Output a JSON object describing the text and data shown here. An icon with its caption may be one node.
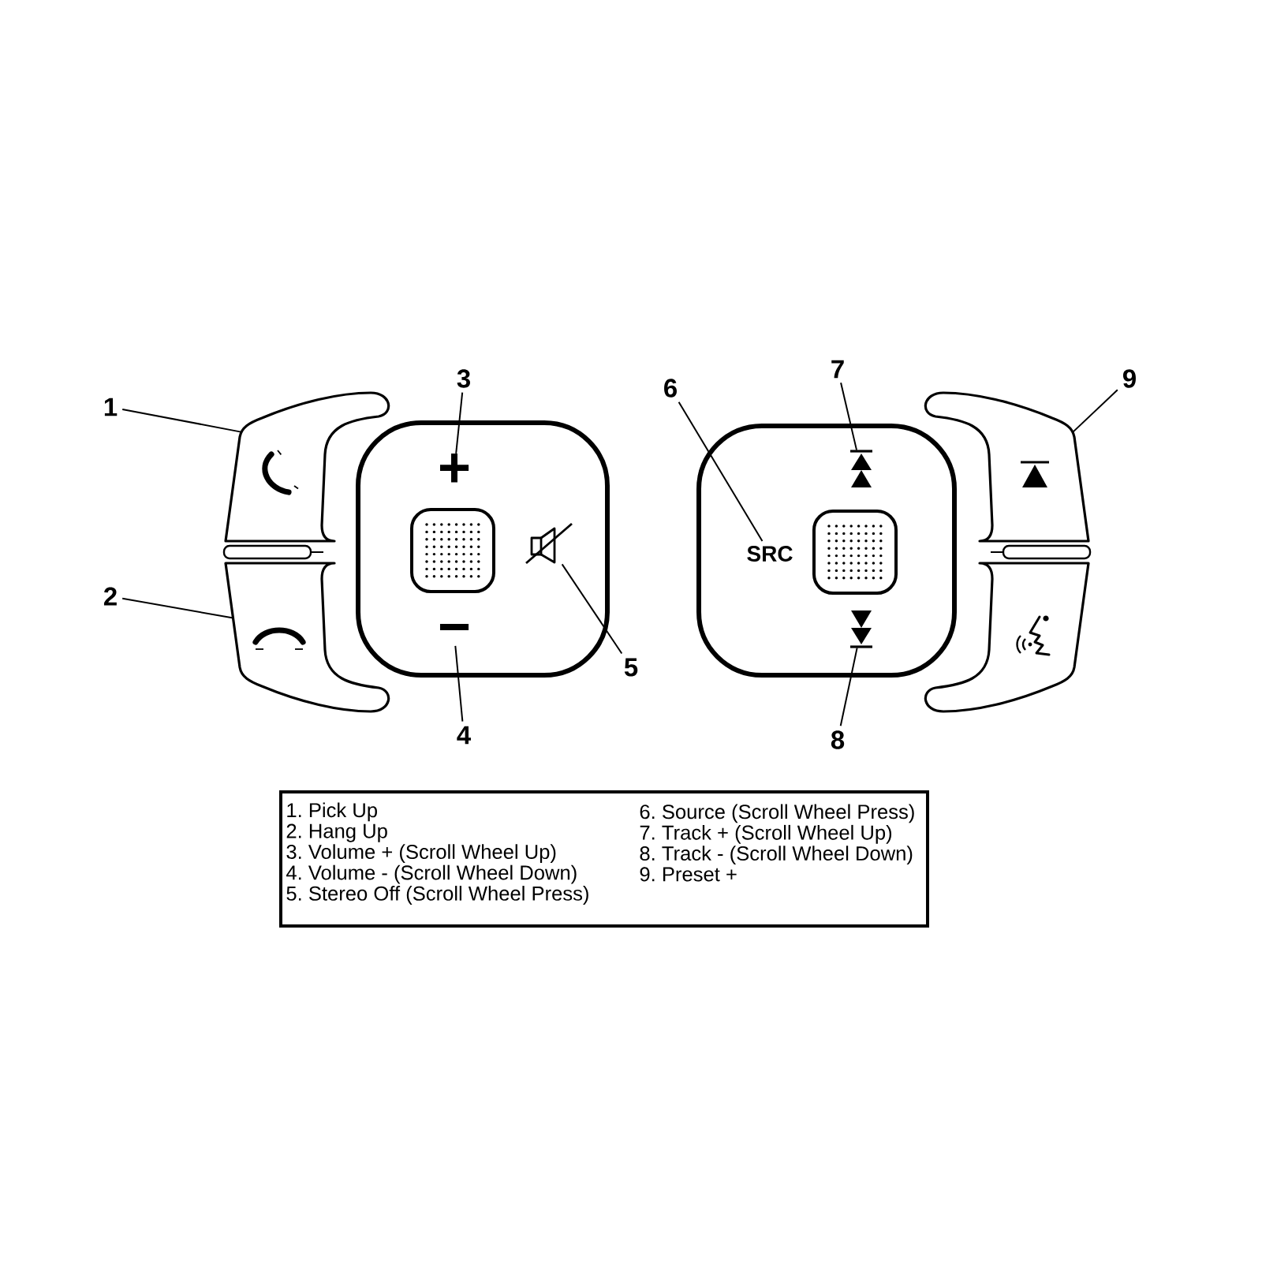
{
  "diagram": {
    "nodes": [
      {
        "text": [
          "1"
        ]
      },
      {
        "text": [
          "2"
        ]
      },
      {
        "text": [],
        "shape": "box"
      },
      {
        "text": [],
        "shape": "box"
      },
      {
        "text": [],
        "shape": "box"
      },
      {
        "text": [
          "+"
        ],
        "in": 4
      },
      {
        "text": [],
        "shape": "picture",
        "in": 4
      },
      {
        "text": [
          "−"
        ],
        "in": 4
      },
      {
        "text": [
          "3"
        ]
      },
      {
        "text": [
          "4"
        ]
      },
      {
        "text": [
          "5"
        ]
      },
      {
        "text": [
          "6"
        ]
      },
      {
        "text": [
          "7"
        ]
      },
      {
        "text": [],
        "shape": "box"
      },
      {
        "text": [
          "SRC"
        ],
        "in": 13
      },
      {
        "text": [],
        "shape": "picture",
        "in": 13
      },
      {
        "text": [],
        "shape": "picture",
        "in": 13
      },
      {
        "text": [
          "8"
        ]
      },
      {
        "text": [
          "9"
        ]
      },
      {
        "text": [],
        "shape": "box"
      },
      {
        "text": [],
        "shape": "box"
      },
      {
        "text": [
          "1. Pick Up",
          "2. Hang Up",
          "3. Volume + (Scroll Wheel Up)",
          "4. Volume - (Scroll Wheel Down)",
          "5. Stereo Off (Scroll Wheel Press)",
          "6. Source (Scroll Wheel Press)",
          "7. Track + (Scroll Wheel Up)",
          "8. Track - (Scroll Wheel Down)",
          "9. Preset +"
        ]
      }
    ],
    "edges": [
      {
        "from": 0,
        "to": 2,
        "arrow": "none"
      },
      {
        "from": 1,
        "to": 3,
        "arrow": "none"
      },
      {
        "from": 8,
        "to": 5,
        "arrow": "none"
      },
      {
        "from": 9,
        "to": 7,
        "arrow": "none"
      },
      {
        "from": 10,
        "to": 6,
        "arrow": "none"
      },
      {
        "from": 11,
        "to": 14,
        "arrow": "none"
      },
      {
        "from": 12,
        "to": 15,
        "arrow": "none"
      },
      {
        "from": 17,
        "to": 16,
        "arrow": "none"
      },
      {
        "from": 18,
        "to": 19,
        "arrow": "none"
      }
    ]
  }
}
